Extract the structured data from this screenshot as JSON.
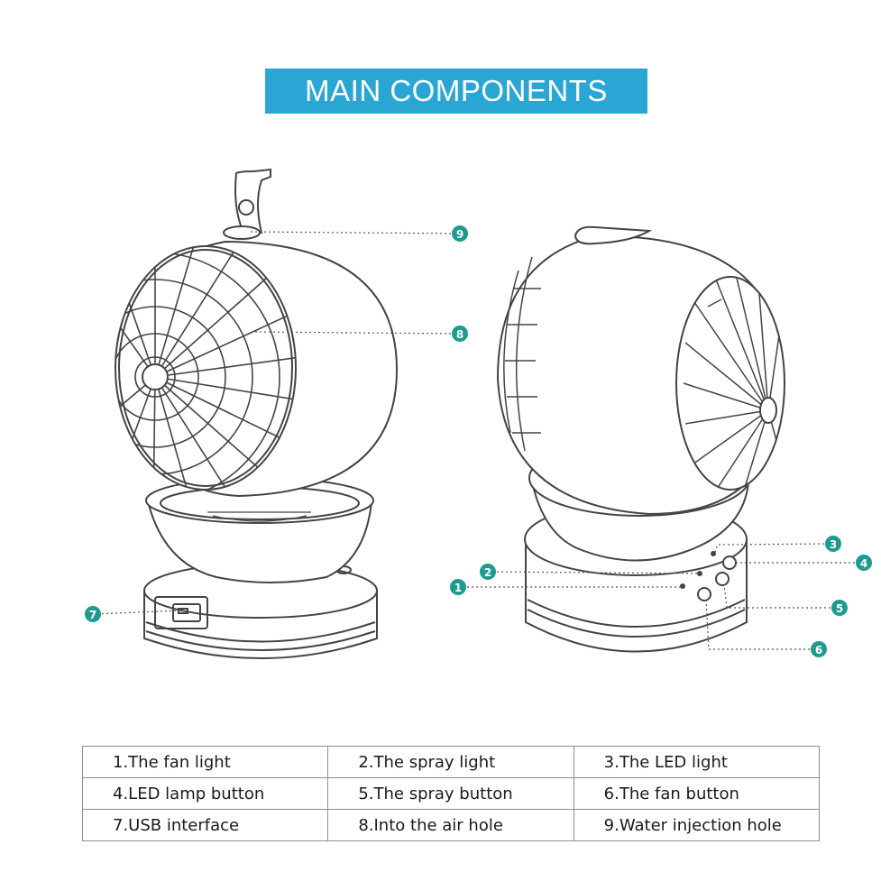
{
  "title": "MAIN COMPONENTS",
  "colors": {
    "banner": "#2aa6d4",
    "callout": "#1e9b8f",
    "line": "#555555"
  },
  "callouts": [
    "1",
    "2",
    "3",
    "4",
    "5",
    "6",
    "7",
    "8",
    "9"
  ],
  "legend": {
    "rows": [
      [
        "1.The fan light",
        "2.The spray light",
        "3.The LED light"
      ],
      [
        "4.LED lamp button",
        "5.The spray button",
        "6.The fan button"
      ],
      [
        "7.USB interface",
        "8.Into the air hole",
        "9.Water injection hole"
      ]
    ]
  }
}
